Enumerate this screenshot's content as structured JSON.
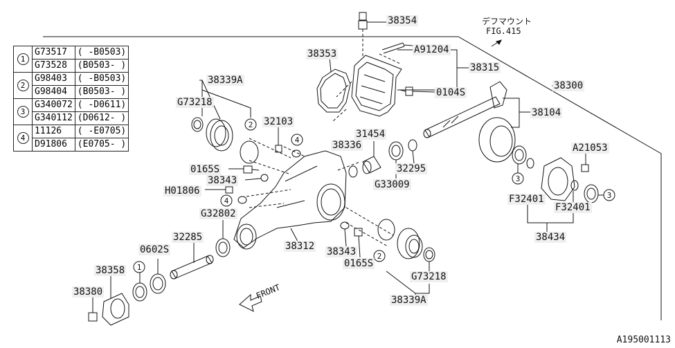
{
  "legend": [
    {
      "num": "1",
      "rows": [
        {
          "part": "G73517",
          "range": "( -B0503)"
        },
        {
          "part": "G73528",
          "range": "(B0503- )"
        }
      ]
    },
    {
      "num": "2",
      "rows": [
        {
          "part": "G98403",
          "range": "( -B0503)"
        },
        {
          "part": "G98404",
          "range": "(B0503- )"
        }
      ]
    },
    {
      "num": "3",
      "rows": [
        {
          "part": "G340072",
          "range": "( -D0611)"
        },
        {
          "part": "G340112",
          "range": "(D0612- )"
        }
      ]
    },
    {
      "num": "4",
      "rows": [
        {
          "part": "11126",
          "range": "( -E0705)"
        },
        {
          "part": "D91806",
          "range": "(E0705- )"
        }
      ]
    }
  ],
  "labels": {
    "l38354": "38354",
    "lA91204": "A91204",
    "l38353": "38353",
    "l38315": "38315",
    "l0104S": "0104S",
    "l38300": "38300",
    "l38104": "38104",
    "l38339A_top": "38339A",
    "lG73218_top": "G73218",
    "l32103": "32103",
    "l31454": "31454",
    "l38336": "38336",
    "l32295": "32295",
    "lG33009": "G33009",
    "l0165S_left": "0165S",
    "l38343_left": "38343",
    "lH01806": "H01806",
    "lG32802": "G32802",
    "l32285": "32285",
    "l0602S": "0602S",
    "l38358": "38358",
    "l38380": "38380",
    "l38312": "38312",
    "l38343_bot": "38343",
    "l0165S_bot": "0165S",
    "lG73218_bot": "G73218",
    "l38339A_bot": "38339A",
    "lA21053": "A21053",
    "lF32401_a": "F32401",
    "lF32401_b": "F32401",
    "l38434": "38434"
  },
  "callouts": {
    "c1": "1",
    "c2": "2",
    "c3": "3",
    "c4": "4"
  },
  "fig_ref": {
    "line1": "デフマウント",
    "line2": "FIG.415"
  },
  "front": "FRONT",
  "diagram_code": "A195001113"
}
